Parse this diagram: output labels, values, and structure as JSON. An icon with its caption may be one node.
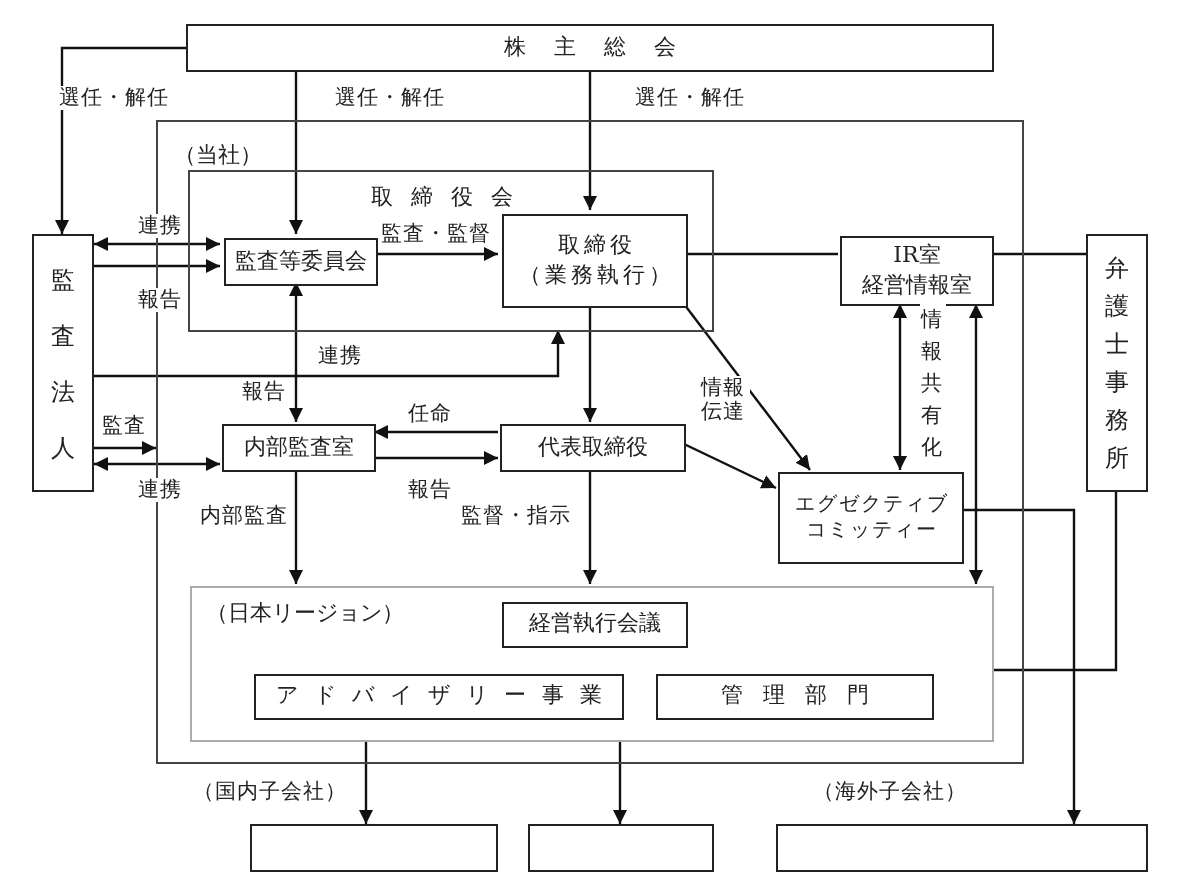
{
  "diagram": {
    "nodes": [
      {
        "text": [
          "株主総会"
        ]
      },
      {
        "text": [
          "（当社）"
        ]
      },
      {
        "text": [
          "取締役会"
        ],
        "in": 1
      },
      {
        "text": [
          "監査等委員会"
        ],
        "in": 2
      },
      {
        "text": [
          "取締役",
          "（業務執行）"
        ],
        "in": 2
      },
      {
        "text": [
          "IR室",
          "経営情報室"
        ],
        "in": 1
      },
      {
        "text": [
          "監査法人"
        ]
      },
      {
        "text": [
          "弁護士事務所"
        ]
      },
      {
        "text": [
          "内部監査室"
        ],
        "in": 1
      },
      {
        "text": [
          "代表取締役"
        ],
        "in": 1
      },
      {
        "text": [
          "エグゼクティブコミッティー"
        ],
        "in": 1
      },
      {
        "text": [
          "（日本リージョン）"
        ],
        "in": 1
      },
      {
        "text": [
          "経営執行会議"
        ],
        "in": 11
      },
      {
        "text": [
          "アドバイザリー事業"
        ],
        "in": 11
      },
      {
        "text": [
          "管理部門"
        ],
        "in": 11
      },
      {
        "text": [],
        "shape": "box"
      },
      {
        "text": [],
        "shape": "box"
      },
      {
        "text": [],
        "shape": "box"
      }
    ],
    "edges": [
      {
        "from": 0,
        "to": 6,
        "arrow": "to",
        "label": "選任・解任"
      },
      {
        "from": 0,
        "to": 3,
        "arrow": "to",
        "label": "選任・解任"
      },
      {
        "from": 0,
        "to": 4,
        "arrow": "to",
        "label": "選任・解任"
      },
      {
        "from": 6,
        "to": 3,
        "arrow": "both",
        "label": "連携"
      },
      {
        "from": 6,
        "to": 3,
        "arrow": "to",
        "label": "報告"
      },
      {
        "from": 3,
        "to": 8,
        "arrow": "both",
        "label": "報告"
      },
      {
        "from": 3,
        "to": 4,
        "arrow": "to",
        "label": "監査・監督"
      },
      {
        "from": 6,
        "to": 2,
        "arrow": "to",
        "label": "連携"
      },
      {
        "from": 6,
        "to": 1,
        "arrow": "to",
        "label": "監査"
      },
      {
        "from": 6,
        "to": 8,
        "arrow": "both",
        "label": "連携"
      },
      {
        "from": 9,
        "to": 8,
        "arrow": "to",
        "label": "任命"
      },
      {
        "from": 8,
        "to": 9,
        "arrow": "to",
        "label": "報告"
      },
      {
        "from": 4,
        "to": 9,
        "arrow": "to"
      },
      {
        "from": 4,
        "to": 10,
        "arrow": "to"
      },
      {
        "from": 9,
        "to": 10,
        "arrow": "to",
        "label": "情報伝達"
      },
      {
        "from": 5,
        "to": 10,
        "arrow": "both",
        "label": "情報共有化"
      },
      {
        "from": 5,
        "to": 11,
        "arrow": "both"
      },
      {
        "from": 4,
        "to": 5,
        "arrow": "none"
      },
      {
        "from": 5,
        "to": 7,
        "arrow": "none"
      },
      {
        "from": 8,
        "to": 11,
        "arrow": "to",
        "label": "内部監査"
      },
      {
        "from": 9,
        "to": 11,
        "arrow": "to",
        "label": "監督・指示"
      },
      {
        "from": 10,
        "to": 17,
        "arrow": "to"
      },
      {
        "from": 7,
        "to": 11,
        "arrow": "none"
      },
      {
        "from": 11,
        "to": 15,
        "arrow": "to"
      },
      {
        "from": 11,
        "to": 16,
        "arrow": "to"
      }
    ],
    "labels": [
      "（国内子会社）",
      "（海外子会社）"
    ]
  }
}
